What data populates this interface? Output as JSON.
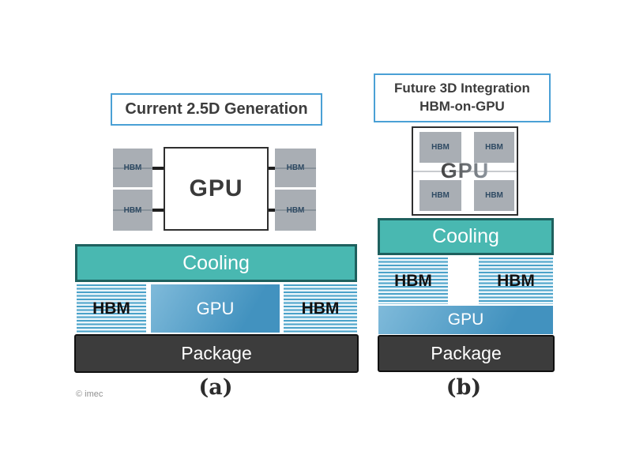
{
  "colors": {
    "title_border": "#4aa0d5",
    "title_text": "#3c3c3c",
    "hbm_gray": "#a9aeb4",
    "hbm_small_text": "#2e4a63",
    "die_border": "#2f2f2f",
    "cooling_fill": "#49b8b1",
    "cooling_border": "#1e605e",
    "stripe_blue": "#4aa2c9",
    "stripe_light": "#eaf5fa",
    "gpu_blue_light": "#7fbada",
    "gpu_blue": "#4292bf",
    "package_fill": "#3c3c3c"
  },
  "panel_a": {
    "title": "Current 2.5D Generation",
    "top_view": {
      "gpu_label": "GPU",
      "hbm_labels": [
        "HBM",
        "HBM",
        "HBM",
        "HBM"
      ]
    },
    "cross_section": {
      "cooling_label": "Cooling",
      "hbm_left_label": "HBM",
      "gpu_label": "GPU",
      "hbm_right_label": "HBM",
      "package_label": "Package"
    },
    "caption": "(a)"
  },
  "panel_b": {
    "title_line1": "Future 3D Integration",
    "title_line2": "HBM-on-GPU",
    "top_view": {
      "gpu_label": "GPU",
      "hbm_labels": [
        "HBM",
        "HBM",
        "HBM",
        "HBM"
      ]
    },
    "cross_section": {
      "cooling_label": "Cooling",
      "hbm_left_label": "HBM",
      "hbm_right_label": "HBM",
      "gpu_label": "GPU",
      "package_label": "Package"
    },
    "caption": "(b)"
  },
  "credit": "© imec"
}
